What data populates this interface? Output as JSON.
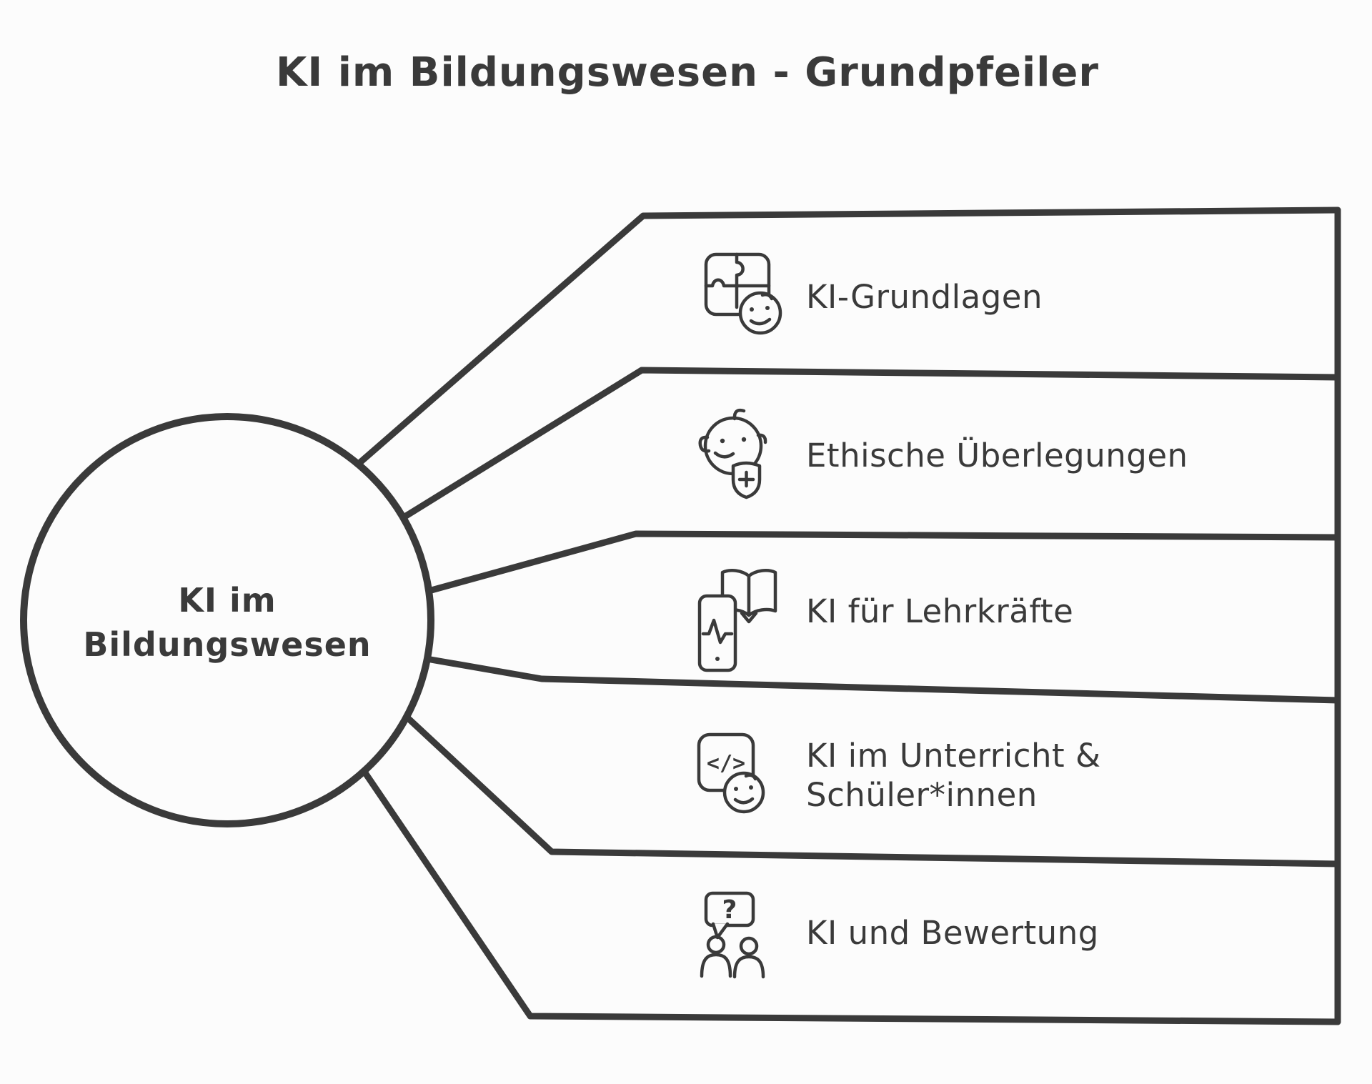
{
  "title": "KI im Bildungswesen - Grundpfeiler",
  "center_node": {
    "line1": "KI im",
    "line2": "Bildungswesen"
  },
  "branches": [
    {
      "label": "KI-Grundlagen",
      "icon": "puzzle-smiley-icon"
    },
    {
      "label": "Ethische Überlegungen",
      "icon": "baby-shield-icon"
    },
    {
      "label": "KI für Lehrkräfte",
      "icon": "phone-book-icon"
    },
    {
      "label": "KI im Unterricht &",
      "label_line2": "Schüler*innen",
      "icon": "code-chat-smiley-icon"
    },
    {
      "label": "KI und Bewertung",
      "icon": "question-bubble-people-icon"
    }
  ],
  "icon_glyphs": {
    "code": "</>",
    "question_mark": "?"
  },
  "colors": {
    "background": "#fcfcfc",
    "line": "#3a3a3a",
    "text": "#3a3a3a"
  }
}
